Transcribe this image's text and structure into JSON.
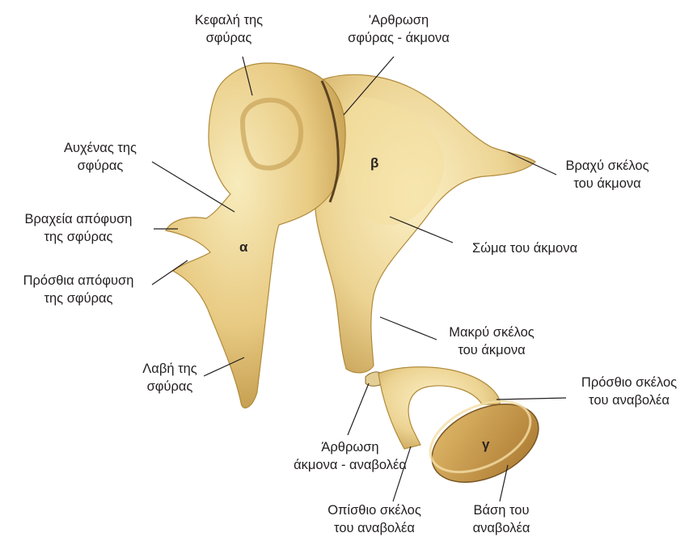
{
  "labels": {
    "malleus_head": [
      "Κεφαλή της",
      "σφύρας"
    ],
    "incudomalleolar_joint": [
      "'Αρθρωση",
      "σφύρας - άκμονα"
    ],
    "malleus_neck": [
      "Αυχένας της",
      "σφύρας"
    ],
    "malleus_lateral_process": [
      "Βραχεία απόφυση",
      "της σφύρας"
    ],
    "malleus_anterior_process": [
      "Πρόσθια απόφυση",
      "της σφύρας"
    ],
    "malleus_handle": [
      "Λαβή της",
      "σφύρας"
    ],
    "incus_short_limb": [
      "Βραχύ σκέλος",
      "του άκμονα"
    ],
    "incus_body": [
      "Σώμα του άκμονα"
    ],
    "incus_long_limb": [
      "Μακρύ σκέλος",
      "του άκμονα"
    ],
    "stapes_anterior_crus": [
      "Πρόσθιο σκέλος",
      "του αναβολέα"
    ],
    "incudostapedial_joint": [
      "Άρθρωση",
      "άκμονα - αναβολέα"
    ],
    "stapes_posterior_crus": [
      "Οπίσθιο σκέλος",
      "του αναβολέα"
    ],
    "stapes_base": [
      "Βάση του",
      "αναβολέα"
    ]
  },
  "markers": {
    "malleus": "α",
    "incus": "β",
    "stapes": "γ"
  },
  "colors": {
    "bone_light": "#f6e7b0",
    "bone_mid": "#e6c87a",
    "bone_dark": "#b08a3a",
    "footplate": "#c79a4c",
    "leader": "#231f20",
    "text": "#231f20"
  }
}
